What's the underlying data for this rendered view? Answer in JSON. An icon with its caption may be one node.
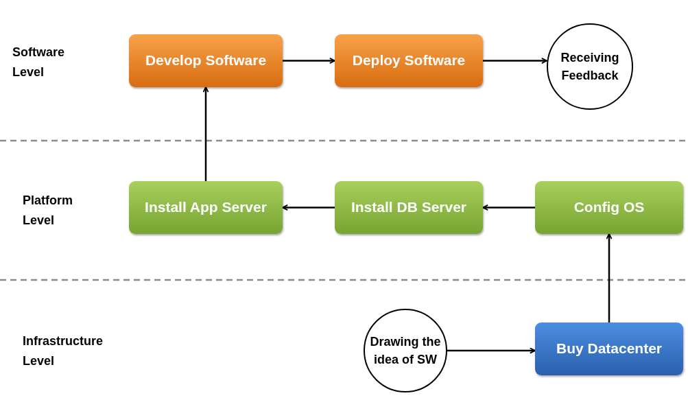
{
  "diagram": {
    "nodes": [
      {
        "text": [
          "Develop Software"
        ]
      },
      {
        "text": [
          "Deploy Software"
        ]
      },
      {
        "text": [
          "Receiving Feedback"
        ]
      },
      {
        "text": [
          "Install App Server"
        ]
      },
      {
        "text": [
          "Install DB Server"
        ]
      },
      {
        "text": [
          "Config OS"
        ]
      },
      {
        "text": [
          "Drawing the idea of SW"
        ]
      },
      {
        "text": [
          "Buy Datacenter"
        ]
      }
    ],
    "edges": [
      {
        "from": 0,
        "to": 1,
        "arrow": "to"
      },
      {
        "from": 1,
        "to": 2,
        "arrow": "to"
      },
      {
        "from": 3,
        "to": 0,
        "arrow": "to"
      },
      {
        "from": 4,
        "to": 3,
        "arrow": "to"
      },
      {
        "from": 5,
        "to": 4,
        "arrow": "to"
      },
      {
        "from": 6,
        "to": 7,
        "arrow": "to"
      },
      {
        "from": 7,
        "to": 5,
        "arrow": "to"
      }
    ],
    "labels": [
      "Software Level",
      "Platform Level",
      "Infrastructure Level"
    ]
  }
}
